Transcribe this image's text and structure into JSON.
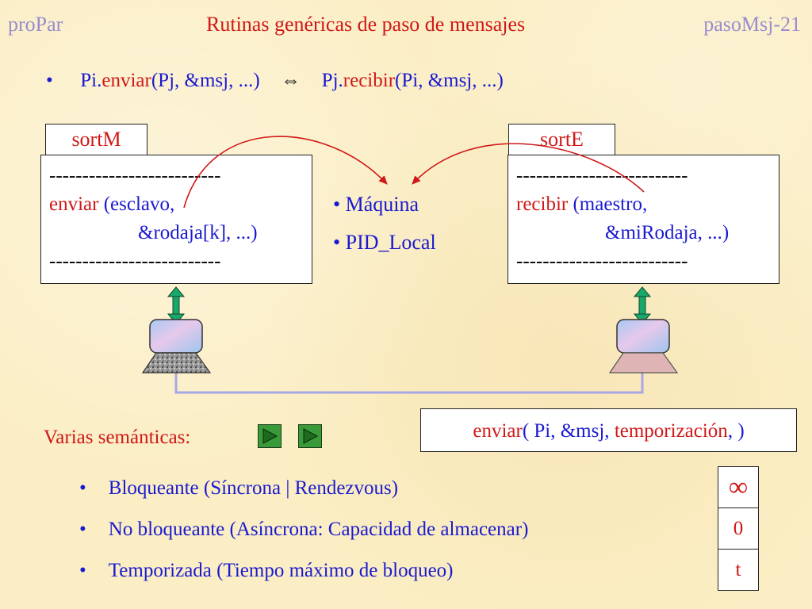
{
  "header": {
    "left": "proPar",
    "title": "Rutinas genéricas de paso de mensajes",
    "page": "pasoMsj-21"
  },
  "equivalence": {
    "bullet": "•",
    "left_prefix": "Pi.",
    "left_fn": "enviar",
    "left_args": "(Pj, &msj, ...)",
    "symbol": "⇔",
    "right_prefix": "Pj.",
    "right_fn": "recibir",
    "right_args": "(Pi, &msj, ...)"
  },
  "left_process": {
    "tab": "sortM",
    "dashes_top": "--------------------------",
    "fn": "enviar",
    "args1": " (esclavo,",
    "args2": "&rodaja[k], ...)",
    "dashes_bottom": "--------------------------"
  },
  "right_process": {
    "tab": "sortE",
    "dashes_top": "--------------------------",
    "fn": "recibir",
    "args1": " (maestro,",
    "args2": "&miRodaja, ...)",
    "dashes_bottom": "--------------------------"
  },
  "middle_list": {
    "bullet": "•",
    "items": [
      "Máquina",
      "PID_Local"
    ]
  },
  "semantics": {
    "title": "Varias semánticas:",
    "bullet": "•",
    "items": [
      "Bloqueante (Síncrona | Rendezvous)",
      "No bloqueante (Asíncrona: Capacidad de almacenar)",
      "Temporizada (Tiempo máximo de bloqueo)"
    ]
  },
  "callout": {
    "fn": "enviar",
    "args": "( Pi, &msj, ",
    "timeout": "temporización",
    "close": ", )"
  },
  "options": [
    "∞",
    "0",
    "t"
  ],
  "colors": {
    "background": "#fbeec4",
    "accent_red": "#d01818",
    "text_blue": "#1a1ad0",
    "header_gray": "#9a8ccd",
    "connector_green": "#1aa86a",
    "network_line": "#a7a7e6"
  }
}
